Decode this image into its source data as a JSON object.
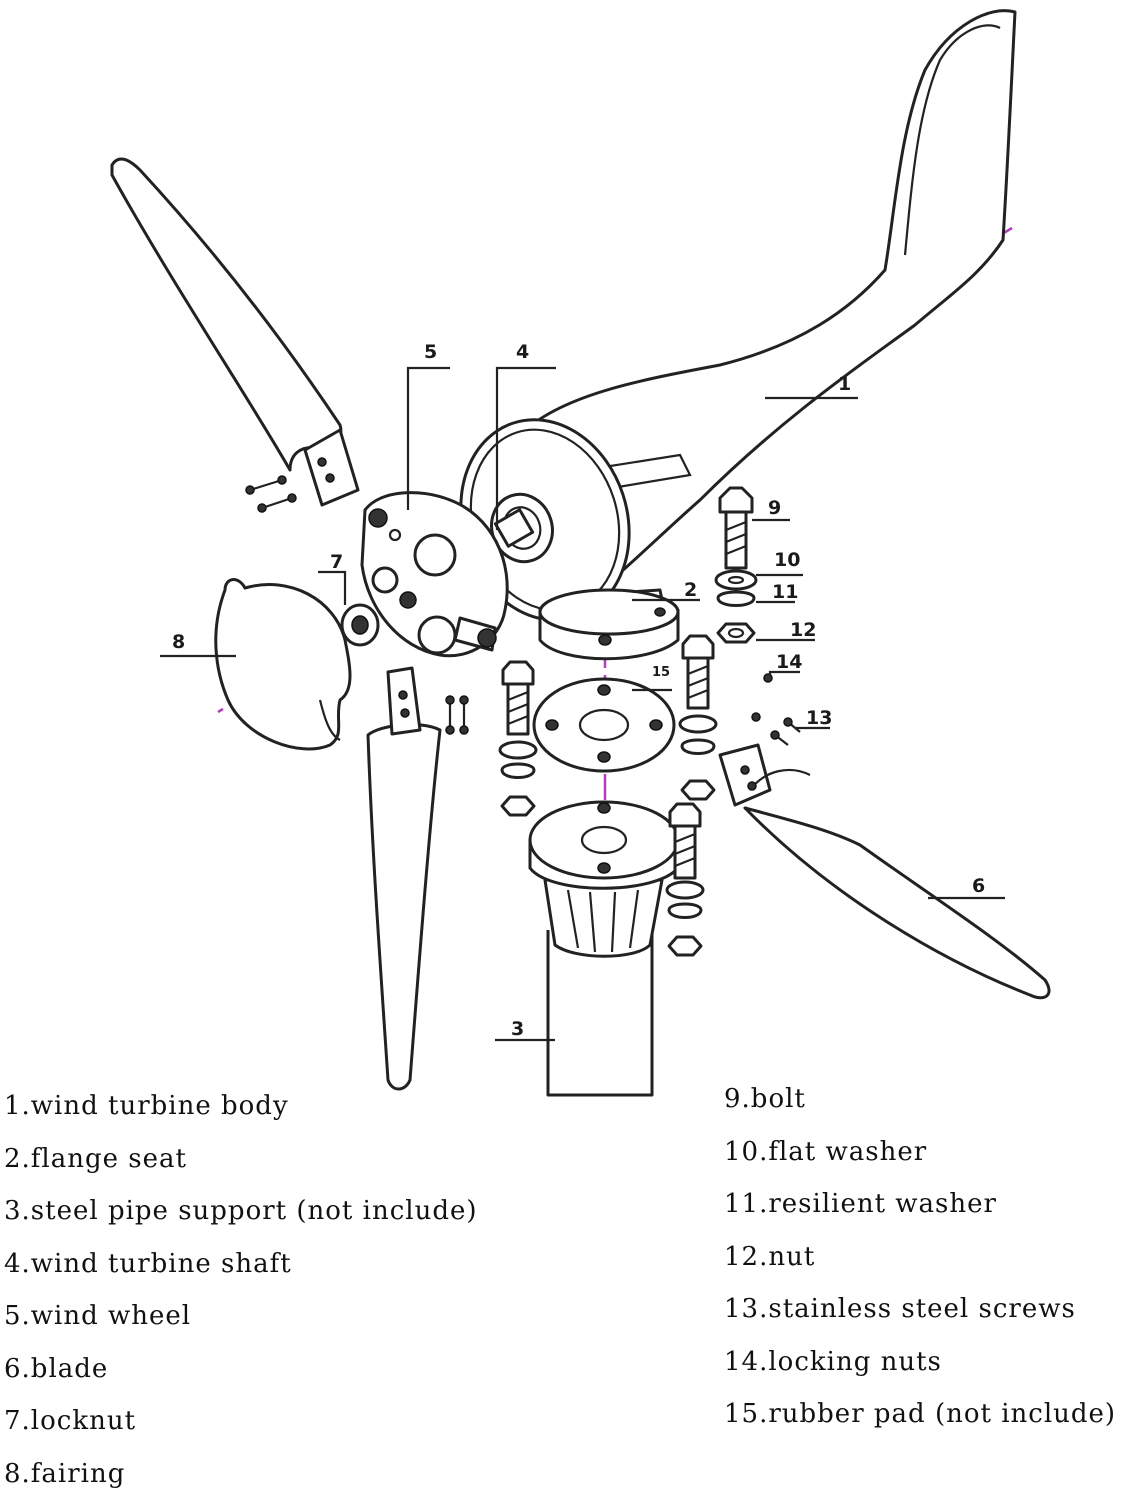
{
  "diagram": {
    "callouts": [
      "1",
      "2",
      "3",
      "4",
      "5",
      "6",
      "7",
      "8",
      "9",
      "10",
      "11",
      "12",
      "13",
      "14",
      "15"
    ],
    "axis_color": "#b33cc0",
    "line_color": "#222222"
  },
  "legend": {
    "left": [
      "1.wind turbine body",
      "2.flange seat",
      "3.steel pipe support (not include)",
      "4.wind turbine shaft",
      "5.wind wheel",
      "6.blade",
      "7.locknut",
      "8.fairing"
    ],
    "right": [
      "9.bolt",
      "10.flat washer",
      "11.resilient washer",
      "12.nut",
      "13.stainless steel screws",
      "14.locking nuts",
      "15.rubber pad (not include)"
    ]
  }
}
